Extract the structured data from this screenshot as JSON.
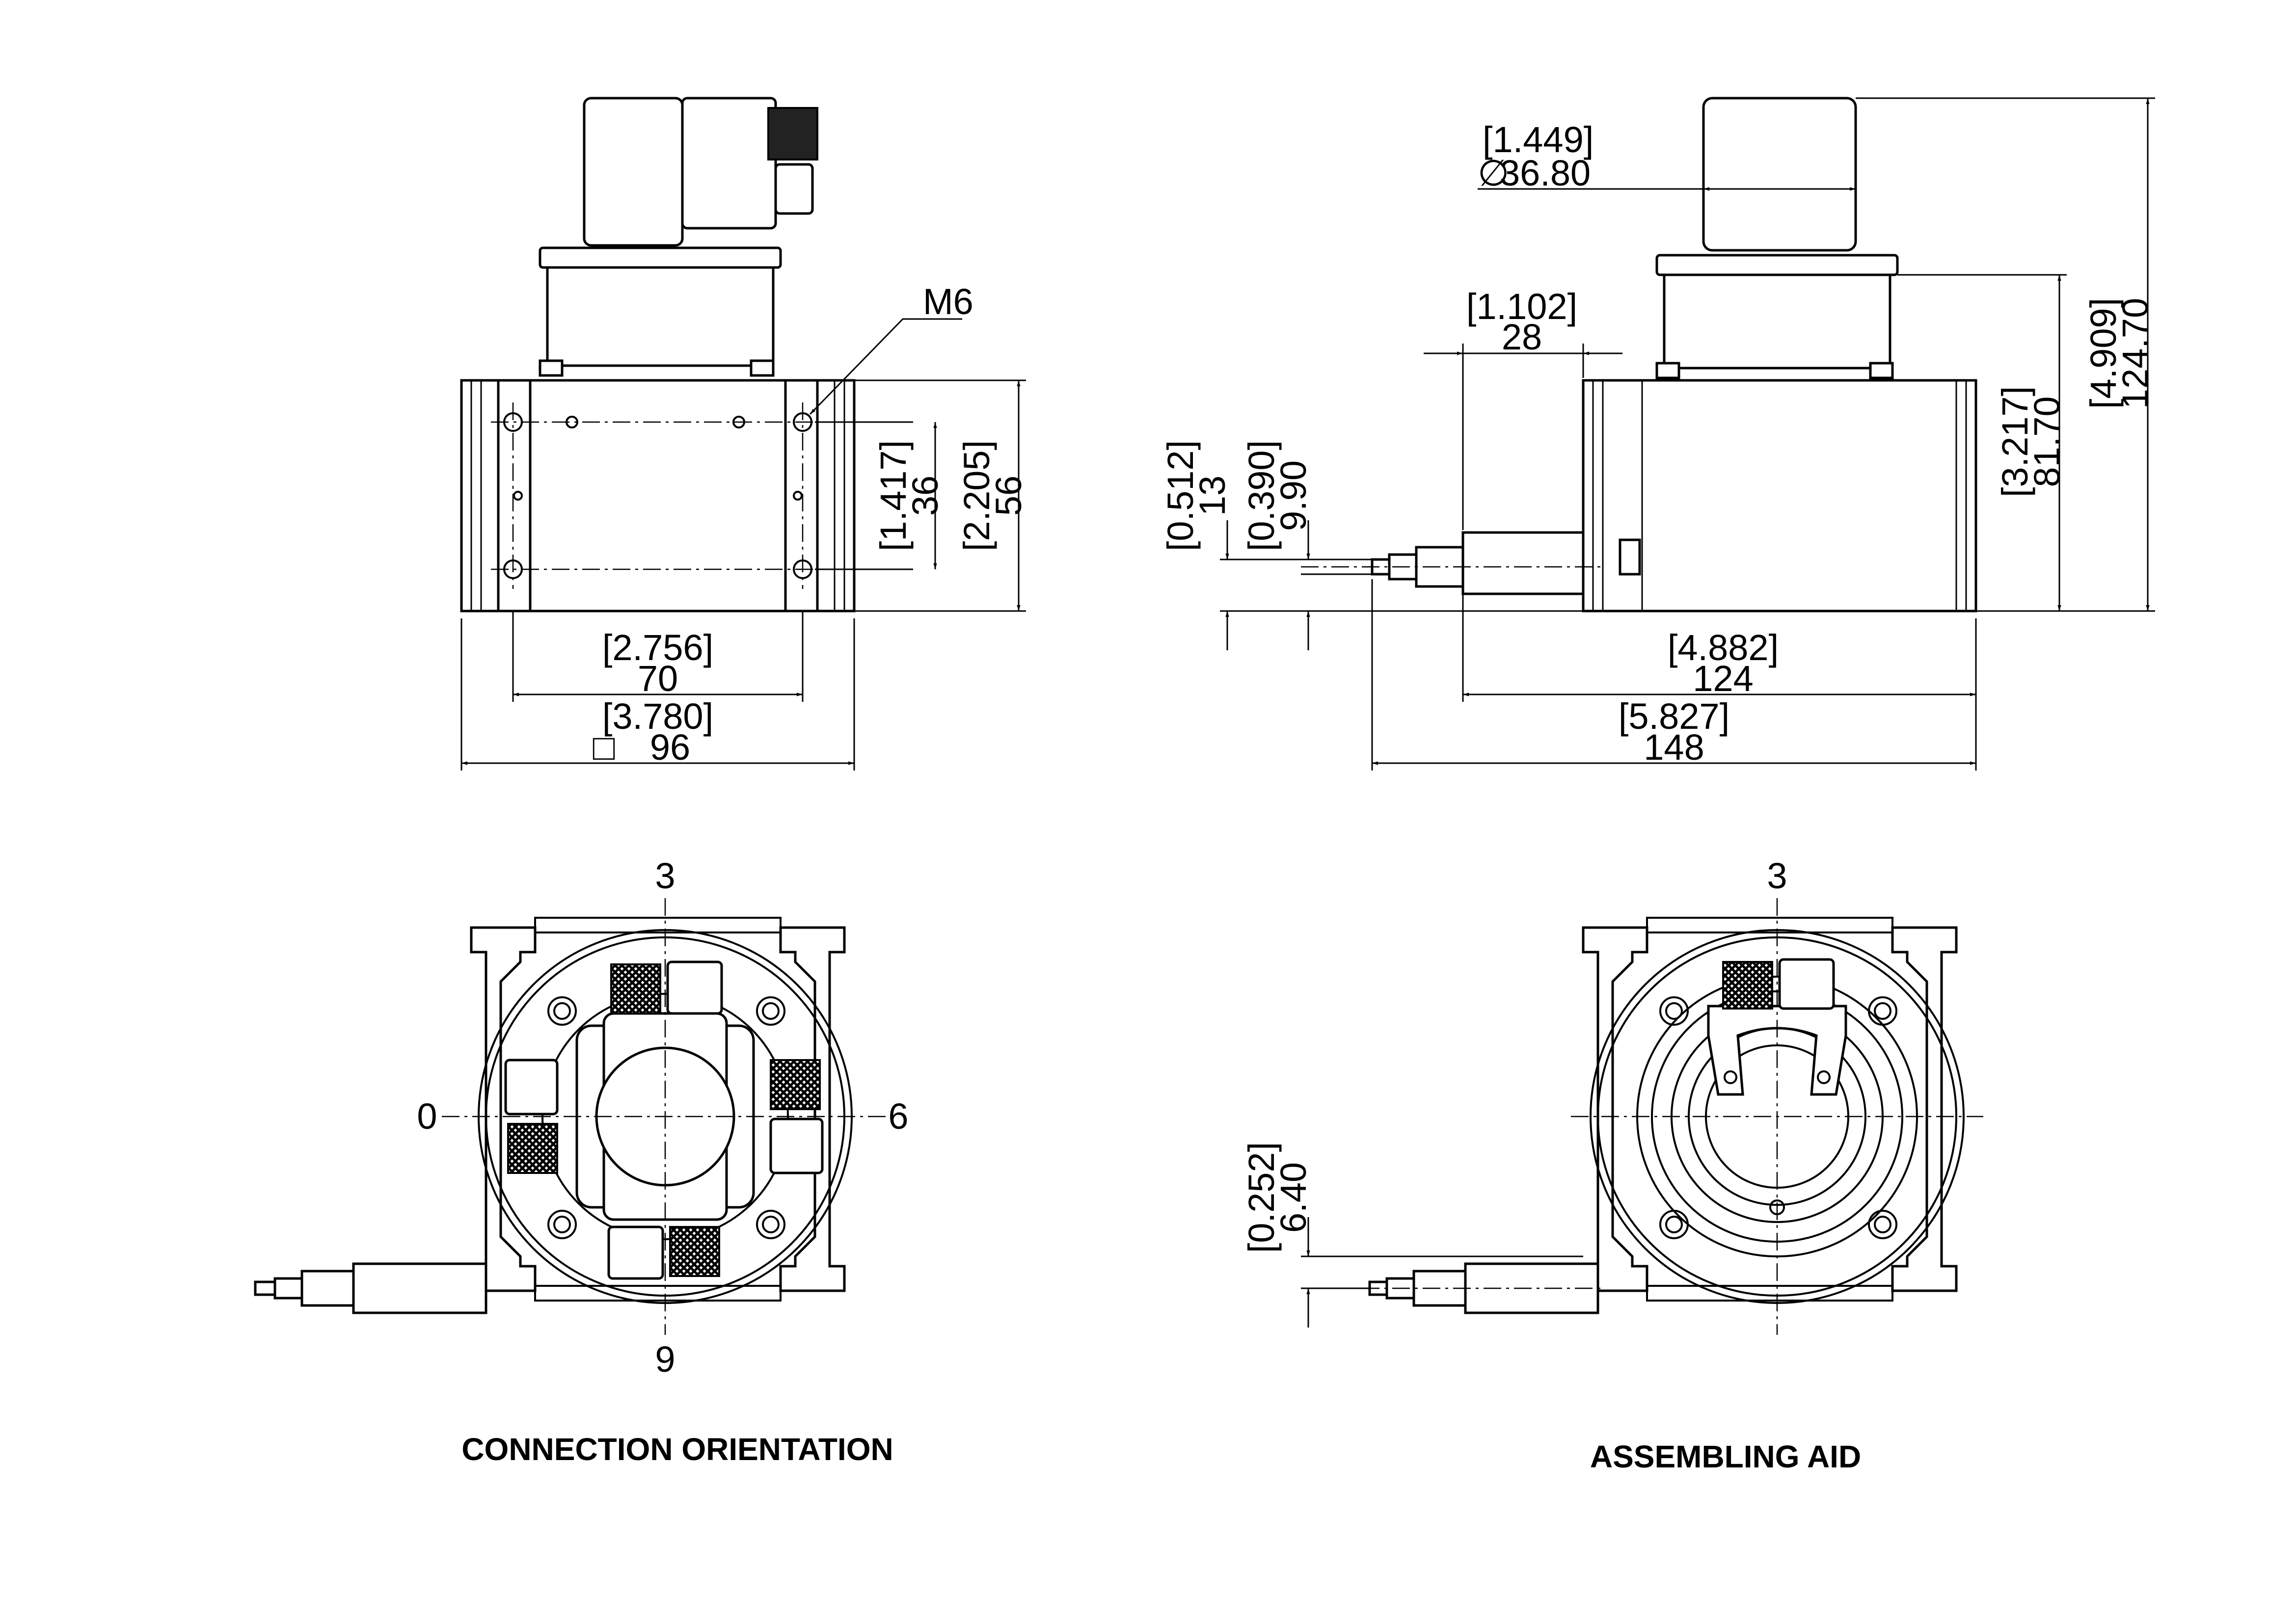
{
  "thread_label": "M6",
  "front_view": {
    "hole_spacing_v": {
      "inch": "[1.417]",
      "mm": "36"
    },
    "height": {
      "inch": "[2.205]",
      "mm": "56"
    },
    "hole_spacing_h": {
      "inch": "[2.756]",
      "mm": "70"
    },
    "width": {
      "inch": "[3.780]",
      "mm": "96"
    },
    "square_symbol": "□"
  },
  "side_view": {
    "cap_diameter": {
      "inch": "[1.449]",
      "mm": "36.80",
      "symbol": "∅"
    },
    "cable_offset": {
      "inch": "[1.102]",
      "mm": "28"
    },
    "cable_height_a": {
      "inch": "[0.512]",
      "mm": "13"
    },
    "cable_height_b": {
      "inch": "[0.390]",
      "mm": "9.90"
    },
    "body_length": {
      "inch": "[4.882]",
      "mm": "124"
    },
    "overall_length": {
      "inch": "[5.827]",
      "mm": "148"
    },
    "base_height": {
      "inch": "[3.217]",
      "mm": "81.70"
    },
    "overall_height": {
      "inch": "[4.909]",
      "mm": "124.70"
    }
  },
  "connection_view": {
    "pos_top": "3",
    "pos_left": "0",
    "pos_right": "6",
    "pos_bottom": "9",
    "caption": "CONNECTION ORIENTATION"
  },
  "assembly_view": {
    "pos_top": "3",
    "cable_height": {
      "inch": "[0.252]",
      "mm": "6.40"
    },
    "caption": "ASSEMBLING AID"
  }
}
